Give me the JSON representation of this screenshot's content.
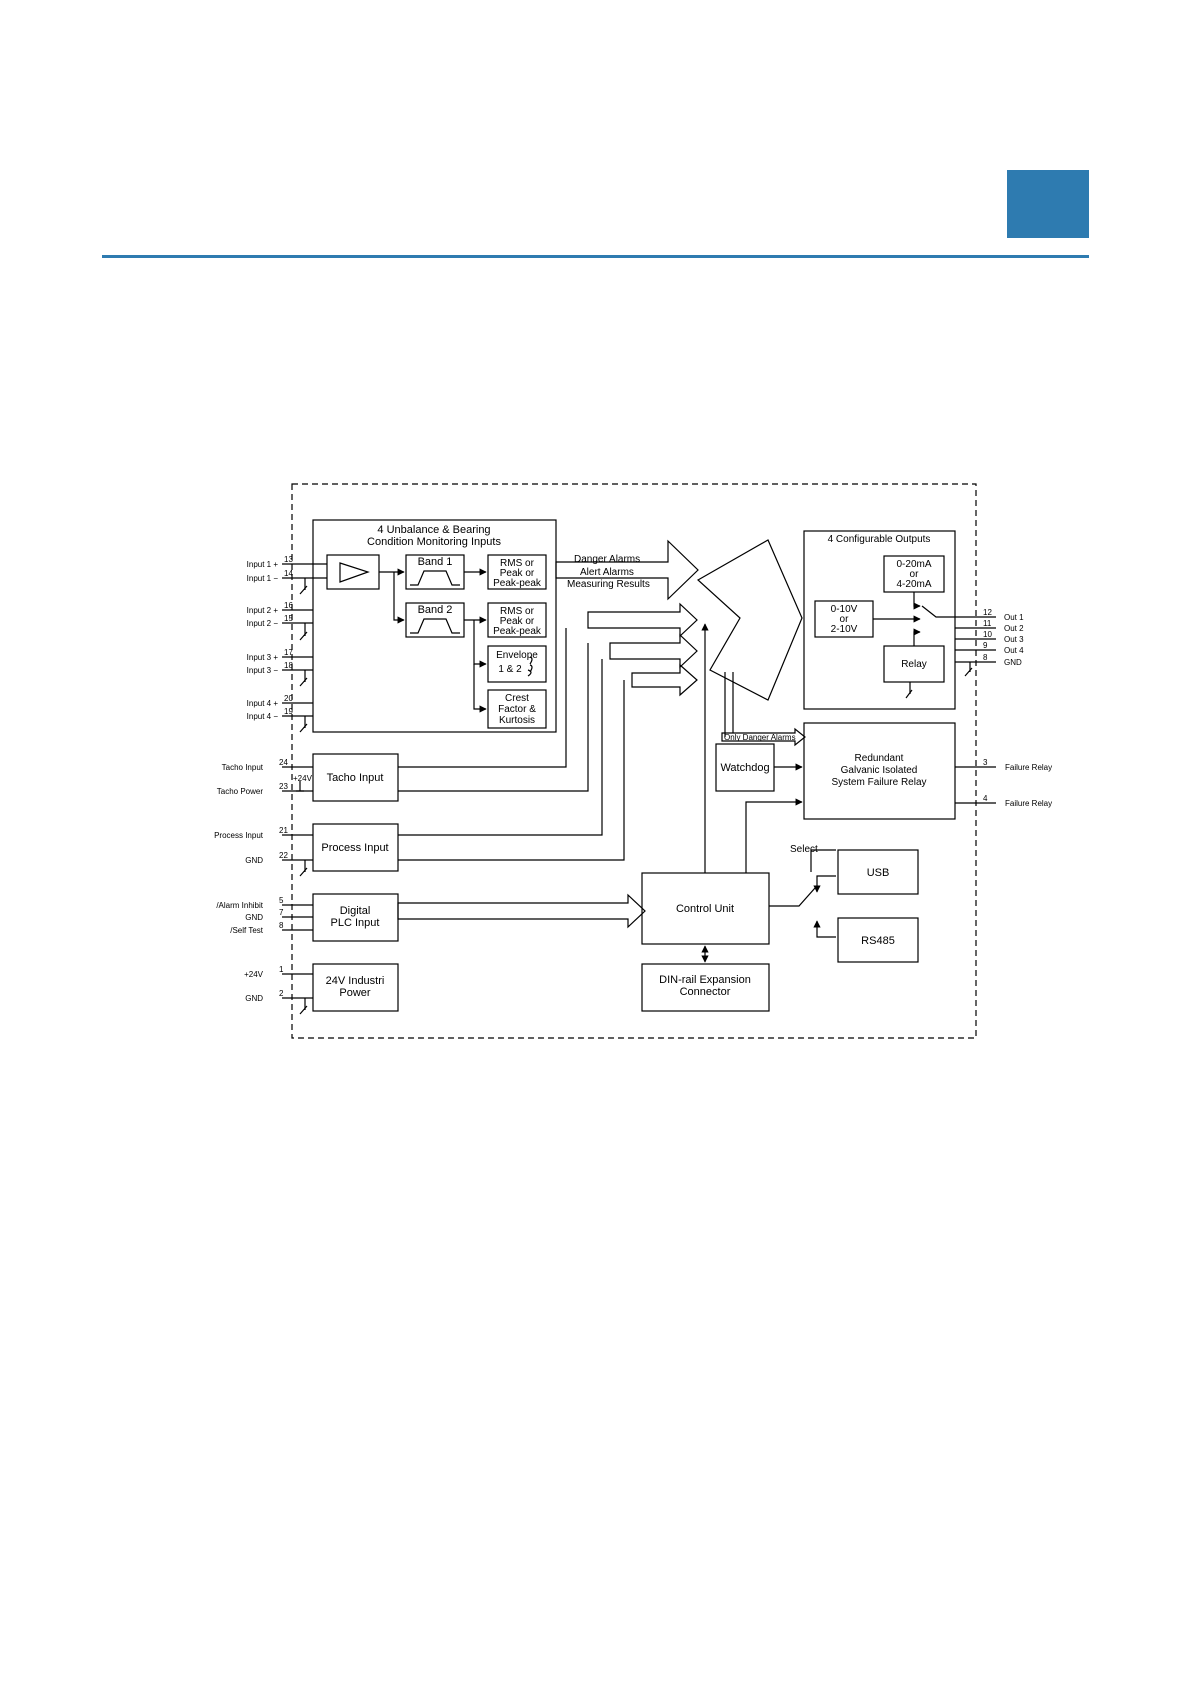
{
  "page": {
    "accent_color": "#2e7bb0"
  },
  "diagram": {
    "monitor_block": {
      "title_line1": "4 Unbalance & Bearing",
      "title_line2": "Condition Monitoring Inputs"
    },
    "band1": "Band 1",
    "band2": "Band 2",
    "rms1": [
      "RMS or",
      "Peak or",
      "Peak-peak"
    ],
    "rms2": [
      "RMS or",
      "Peak or",
      "Peak-peak"
    ],
    "envelope": [
      "Envelope",
      "1 & 2"
    ],
    "crest": [
      "Crest",
      "Factor &",
      "Kurtosis"
    ],
    "inputs": [
      {
        "label": "Input 1 +",
        "pin": "13"
      },
      {
        "label": "Input 1 −",
        "pin": "14"
      },
      {
        "label": "Input 2 +",
        "pin": "16"
      },
      {
        "label": "Input 2 −",
        "pin": "15"
      },
      {
        "label": "Input 3 +",
        "pin": "17"
      },
      {
        "label": "Input 3 −",
        "pin": "18"
      },
      {
        "label": "Input 4 +",
        "pin": "20"
      },
      {
        "label": "Input 4 −",
        "pin": "19"
      }
    ],
    "alarm_arrow_labels": [
      "Danger Alarms",
      "Alert Alarms",
      "Measuring Results"
    ],
    "tacho": {
      "block": "Tacho Input",
      "input_label": "Tacho Input",
      "input_pin": "24",
      "power_label": "Tacho Power",
      "power_pin": "23",
      "supply": "+24V"
    },
    "process": {
      "block": "Process Input",
      "input_label": "Process Input",
      "input_pin": "21",
      "gnd_label": "GND",
      "gnd_pin": "22"
    },
    "digital": {
      "block": [
        "Digital",
        "PLC Input"
      ],
      "pins": [
        {
          "label": "/Alarm Inhibit",
          "pin": "5"
        },
        {
          "label": "GND",
          "pin": "7"
        },
        {
          "label": "/Self Test",
          "pin": "8"
        }
      ]
    },
    "power": {
      "block": [
        "24V Industri",
        "Power"
      ],
      "pins": [
        {
          "label": "+24V",
          "pin": "1"
        },
        {
          "label": "GND",
          "pin": "2"
        }
      ]
    },
    "control_unit": "Control Unit",
    "din_rail": [
      "DIN-rail Expansion",
      "Connector"
    ],
    "outputs_block": {
      "title": "4 Configurable Outputs",
      "current": [
        "0-20mA",
        "or",
        "4-20mA"
      ],
      "voltage": [
        "0-10V",
        "or",
        "2-10V"
      ],
      "relay": "Relay"
    },
    "outputs": [
      {
        "label": "Out 1",
        "pin": "12"
      },
      {
        "label": "Out 2",
        "pin": "11"
      },
      {
        "label": "Out 3",
        "pin": "10"
      },
      {
        "label": "Out 4",
        "pin": "9"
      },
      {
        "label": "GND",
        "pin": "8"
      }
    ],
    "only_danger": "Only Danger Alarms",
    "watchdog": "Watchdog",
    "failure_block": [
      "Redundant",
      "Galvanic Isolated",
      "System Failure Relay"
    ],
    "failure_outputs": [
      {
        "label": "Failure Relay",
        "pin": "3"
      },
      {
        "label": "Failure Relay",
        "pin": "4"
      }
    ],
    "select": "Select",
    "usb": "USB",
    "rs485": "RS485"
  }
}
